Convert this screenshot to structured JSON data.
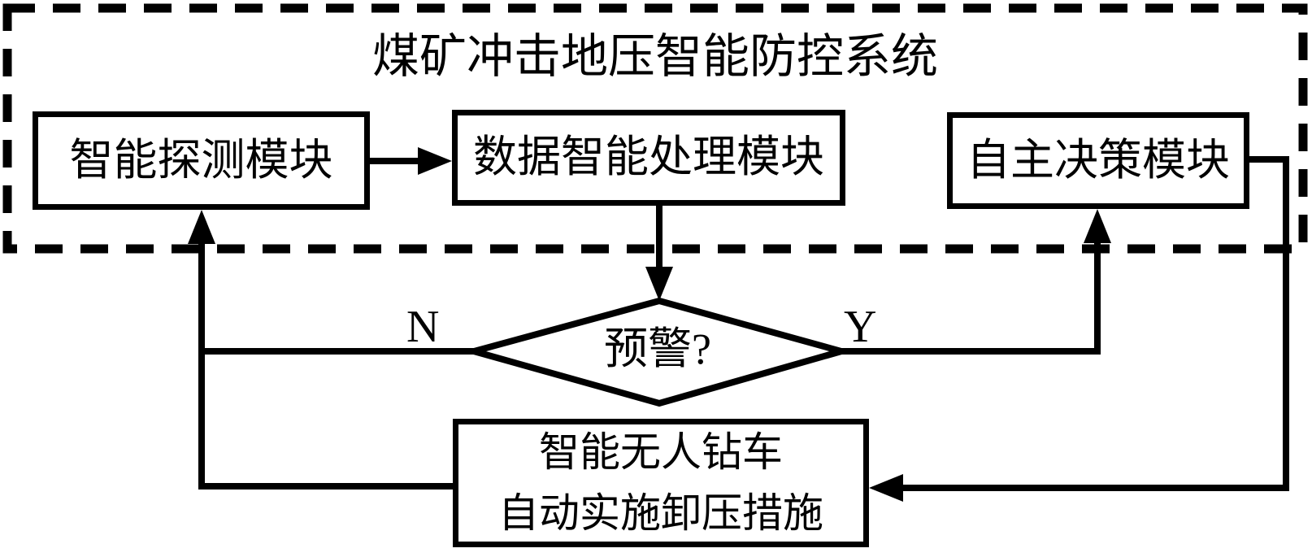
{
  "diagram": {
    "title": "煤矿冲击地压智能防控系统",
    "nodes": {
      "detection": {
        "label": "智能探测模块"
      },
      "processing": {
        "label": "数据智能处理模块"
      },
      "decision": {
        "label": "自主决策模块"
      },
      "warning_check": {
        "label": "预警?"
      },
      "drill_rig": {
        "line1": "智能无人钻车",
        "line2": "自动实施卸压措施"
      }
    },
    "branch_labels": {
      "no": "N",
      "yes": "Y"
    },
    "connections": [
      "智能探测模块 -> 数据智能处理模块",
      "数据智能处理模块 -> 预警?",
      "预警? -N-> 智能探测模块",
      "预警? -Y-> 自主决策模块",
      "自主决策模块 -> 智能无人钻车自动实施卸压措施",
      "智能无人钻车自动实施卸压措施 -> 智能探测模块"
    ],
    "colors": {
      "ink": "#000000",
      "background": "#ffffff"
    }
  }
}
